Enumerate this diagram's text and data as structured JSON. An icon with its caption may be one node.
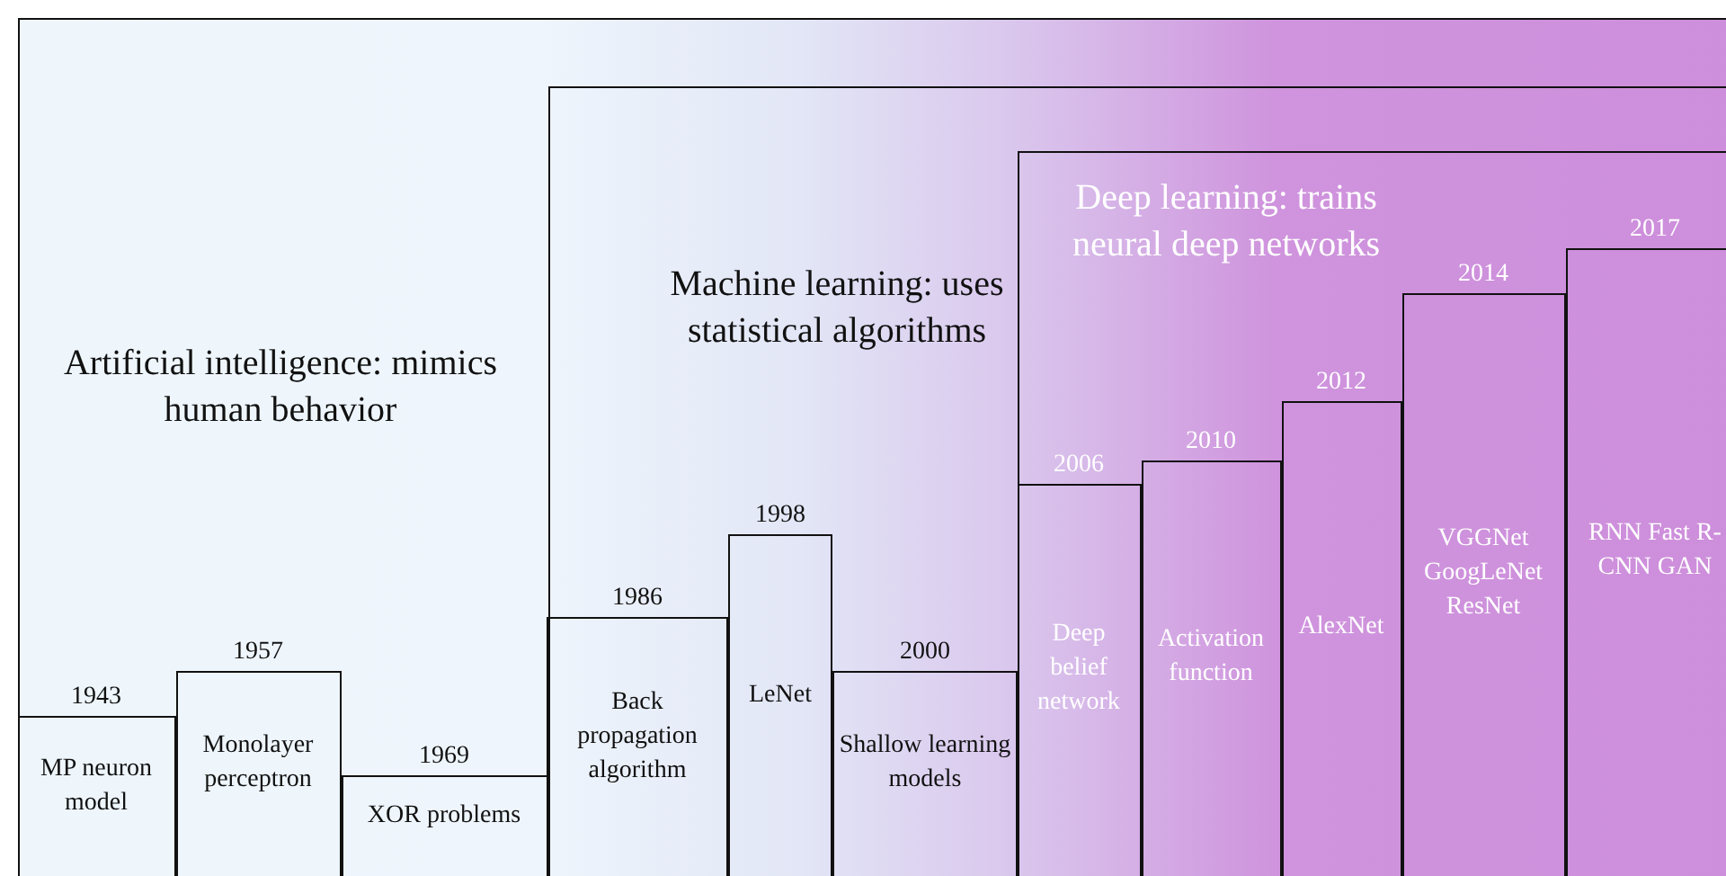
{
  "diagram": {
    "nodes": [
      {
        "text": [
          "Artificial intelligence: mimics human behavior"
        ]
      },
      {
        "text": [
          "Machine learning: uses statistical algorithms"
        ],
        "in": 0
      },
      {
        "text": [
          "Deep learning: trains neural deep networks"
        ],
        "in": 1
      },
      {
        "text": [
          "MP neuron model"
        ],
        "beside": [
          "1943"
        ],
        "in": 0
      },
      {
        "text": [
          "Monolayer perceptron"
        ],
        "beside": [
          "1957"
        ],
        "in": 0
      },
      {
        "text": [
          "XOR problems"
        ],
        "beside": [
          "1969"
        ],
        "in": 0
      },
      {
        "text": [
          "Back propagation algorithm"
        ],
        "beside": [
          "1986"
        ],
        "in": 1
      },
      {
        "text": [
          "LeNet"
        ],
        "beside": [
          "1998"
        ],
        "in": 1
      },
      {
        "text": [
          "Shallow learning models"
        ],
        "beside": [
          "2000"
        ],
        "in": 1
      },
      {
        "text": [
          "Deep belief network"
        ],
        "beside": [
          "2006"
        ],
        "in": 2
      },
      {
        "text": [
          "Activation function"
        ],
        "beside": [
          "2010"
        ],
        "in": 2
      },
      {
        "text": [
          "AlexNet"
        ],
        "beside": [
          "2012"
        ],
        "in": 2
      },
      {
        "text": [
          "VGGNet GoogLeNet ResNet"
        ],
        "beside": [
          "2014"
        ],
        "in": 2
      },
      {
        "text": [
          "RNN Fast R-CNN GAN"
        ],
        "beside": [
          "2017"
        ],
        "in": 2
      }
    ]
  }
}
